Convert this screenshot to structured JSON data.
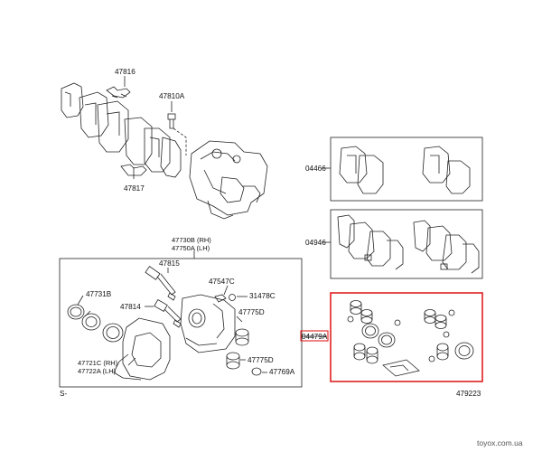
{
  "labels": {
    "p47816": "47816",
    "p47810A": "47810A",
    "p47817": "47817",
    "p04466": "04466",
    "p04946": "04946",
    "p47730B": "47730B (RH)",
    "p47750A": "47750A (LH)",
    "p47815": "47815",
    "p47547C": "47547C",
    "p31478C": "31478C",
    "p47731B": "47731B",
    "p47814": "47814",
    "p47775D_top": "47775D",
    "p04479A": "04479A",
    "p47721C": "47721C (RH)",
    "p47722A": "47722A (LH)",
    "p47775D_bot": "47775D",
    "p47769A": "47769A"
  },
  "footer": {
    "left_mark": "S-",
    "diagram_number": "479223",
    "watermark": "toyox.com.ua"
  },
  "colors": {
    "line": "#222222",
    "highlight": "#e02020",
    "background": "#ffffff"
  }
}
